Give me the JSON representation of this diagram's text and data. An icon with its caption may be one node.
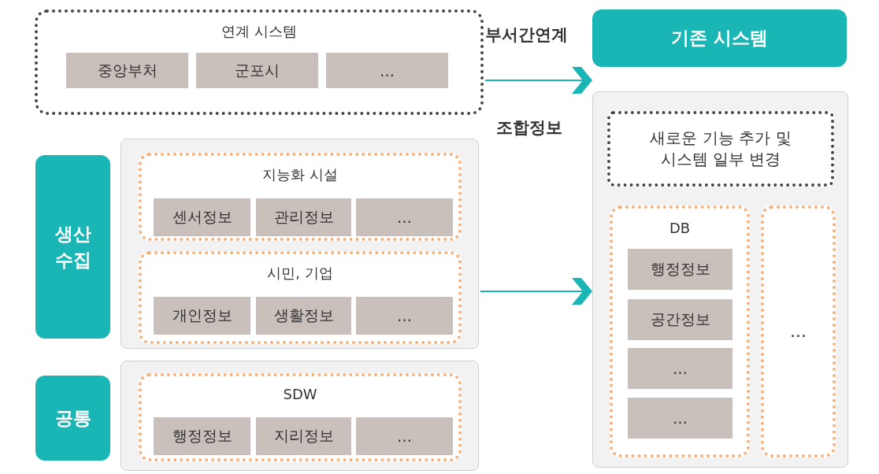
{
  "diagram": {
    "nodes": [
      {
        "text": [
          "연계 시스템"
        ]
      },
      {
        "text": [
          "중앙부처"
        ],
        "in": 0
      },
      {
        "text": [
          "군포시"
        ],
        "in": 0
      },
      {
        "text": [
          "…"
        ],
        "in": 0
      },
      {
        "text": [
          "생산 수집"
        ]
      },
      {
        "text": [],
        "shape": "box"
      },
      {
        "text": [
          "지능화 시설"
        ],
        "in": 5
      },
      {
        "text": [
          "센서정보"
        ],
        "in": 6
      },
      {
        "text": [
          "관리정보"
        ],
        "in": 6
      },
      {
        "text": [
          "…"
        ],
        "in": 6
      },
      {
        "text": [
          "시민, 기업"
        ],
        "in": 5
      },
      {
        "text": [
          "개인정보"
        ],
        "in": 10
      },
      {
        "text": [
          "생활정보"
        ],
        "in": 10
      },
      {
        "text": [
          "…"
        ],
        "in": 10
      },
      {
        "text": [
          "공통"
        ]
      },
      {
        "text": [],
        "shape": "box"
      },
      {
        "text": [
          "SDW"
        ],
        "in": 15
      },
      {
        "text": [
          "행정정보"
        ],
        "in": 16
      },
      {
        "text": [
          "지리정보"
        ],
        "in": 16
      },
      {
        "text": [
          "…"
        ],
        "in": 16
      },
      {
        "text": [
          "기존 시스템"
        ]
      },
      {
        "text": [],
        "shape": "box"
      },
      {
        "text": [
          "새로운 기능 추가 및 시스템 일부 변경"
        ],
        "in": 21
      },
      {
        "text": [
          "DB"
        ],
        "in": 21
      },
      {
        "text": [
          "행정정보"
        ],
        "in": 23
      },
      {
        "text": [
          "공간정보"
        ],
        "in": 23
      },
      {
        "text": [
          "…"
        ],
        "in": 23
      },
      {
        "text": [
          "…"
        ],
        "in": 23
      },
      {
        "text": [
          "…"
        ],
        "in": 21
      }
    ],
    "edges": [
      {
        "from": 0,
        "to": 21,
        "arrow": "to",
        "label": "부서간연계"
      },
      {
        "from": 5,
        "to": 21,
        "arrow": "to"
      }
    ],
    "labels": [
      "조합정보"
    ]
  }
}
